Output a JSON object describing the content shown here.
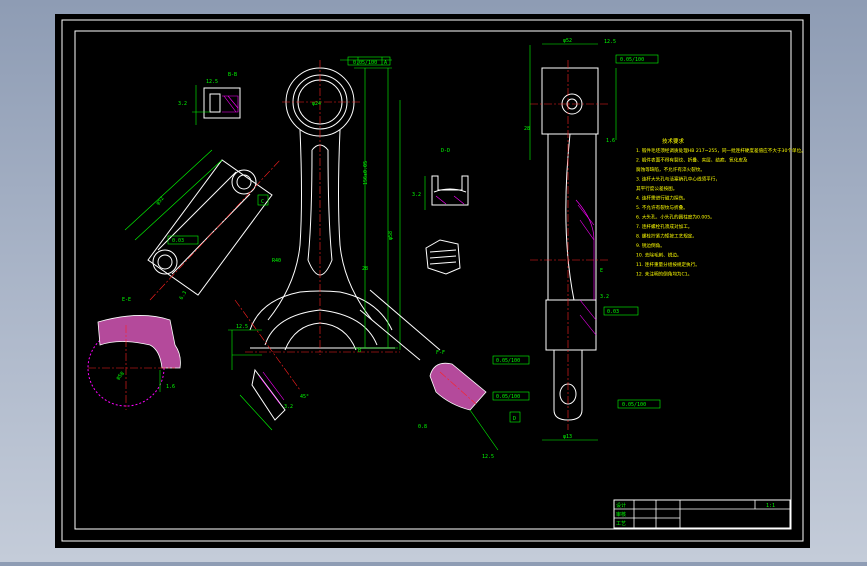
{
  "drawing": {
    "colors": {
      "background": "#000000",
      "frame": "#ffffff",
      "part_outline": "#ffffff",
      "dimension": "#00ff00",
      "centerline": "#ff2020",
      "annotation": "#ffff00",
      "hatch": "#ff00ff"
    },
    "section_labels": {
      "top_left_section": "B-B",
      "mid_section": "D-D",
      "left_section": "E-E",
      "lower_section": "F-F"
    },
    "dimensions": {
      "d_small_end": "φ24",
      "d_big_end": "φ58",
      "center_distance": "156±0.05",
      "height": "28",
      "width_top": "φ52",
      "width_bottom": "φ13",
      "rough_1": "12.5",
      "rough_2": "3.2",
      "rough_3": "1.6",
      "rough_4": "6.3",
      "rough_5": "0.8",
      "angle": "45°",
      "radius": "R40"
    },
    "tolerance_frames": [
      "0.05/100",
      "0.03",
      "0.05/100",
      "0.05/100",
      "0.05/100",
      "0.03"
    ],
    "datums": [
      "A",
      "B",
      "C",
      "D",
      "E"
    ],
    "notes": {
      "title": "技术要求",
      "lines": [
        "1. 锻件毛坯须经调质处理HB 217~255，同一批连杆硬度差值应不大于30个单位。",
        "2. 锻件表面不得有裂纹、折叠、夹层、结疤、氧化皮及",
        "   腐蚀等缺陷，不允许有淬火裂纹。",
        "3. 连杆大头孔与活塞销孔中心线须平行，",
        "   其平行度公差按图。",
        "4. 连杆需进行磁力探伤。",
        "5. 不允许有裂纹与折叠。",
        "6. 大头孔、小头孔的圆柱度为0.005。",
        "7. 连杆螺栓孔须成对加工。",
        "8. 螺栓拧紧力矩按工艺规定。",
        "9. 锐边倒角。",
        "10. 去除毛刺、锐边。",
        "11. 连杆重量分组按规定执行。",
        "12. 未注明的倒角均为C1。"
      ]
    },
    "title_block": {
      "labels": [
        "设计",
        "审核",
        "工艺"
      ],
      "sheet": "1:1"
    }
  }
}
